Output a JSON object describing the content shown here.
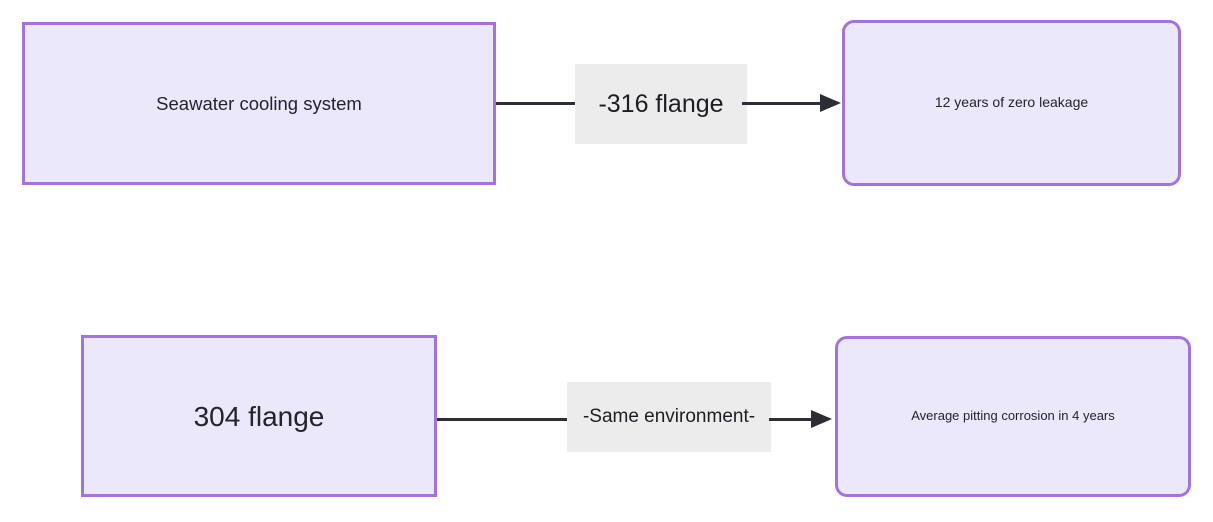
{
  "diagram": {
    "type": "flowchart",
    "direction": "left-to-right",
    "theme": {
      "node_fill": "#ebe8fc",
      "node_border": "#a172e0",
      "edge_color": "#2d2d35",
      "edge_label_background": "#ececec",
      "text_color": "#23232b",
      "canvas_background": "#ffffff"
    },
    "rows": [
      {
        "id": "row-316",
        "source": {
          "id": "node-source-top",
          "label": "Seawater cooling system",
          "shape": "rectangle"
        },
        "edge": {
          "id": "edge-top",
          "label": "-316 flange",
          "arrow": "arrow-head-right-icon"
        },
        "target": {
          "id": "node-target-top",
          "label": "12 years of zero leakage",
          "shape": "rounded-rectangle"
        }
      },
      {
        "id": "row-304",
        "source": {
          "id": "node-source-bottom",
          "label": "304 flange",
          "shape": "rectangle"
        },
        "edge": {
          "id": "edge-bottom",
          "label": "-Same environment-",
          "arrow": "arrow-head-right-icon"
        },
        "target": {
          "id": "node-target-bottom",
          "label": "Average pitting corrosion in 4 years",
          "shape": "rounded-rectangle"
        }
      }
    ]
  }
}
